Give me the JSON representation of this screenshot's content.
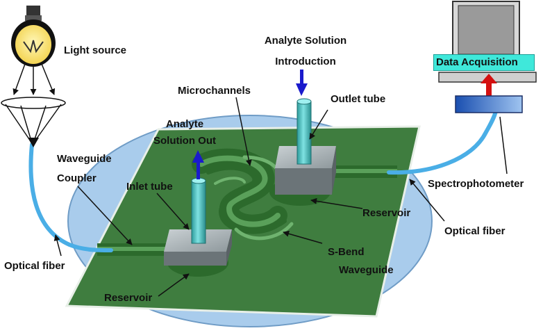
{
  "labels": {
    "light_source": "Light source",
    "analyte_intro_line1": "Analyte Solution",
    "analyte_intro_line2": "Introduction",
    "data_acquisition": "Data Acquisition",
    "microchannels": "Microchannels",
    "outlet_tube": "Outlet tube",
    "analyte_out_line1": "Analyte",
    "analyte_out_line2": "Solution Out",
    "waveguide_coupler_line1": "Waveguide",
    "waveguide_coupler_line2": "Coupler",
    "inlet_tube": "Inlet tube",
    "spectrophotometer": "Spectrophotometer",
    "reservoir_right": "Reservoir",
    "optical_fiber_right": "Optical fiber",
    "sbend_line1": "S-Bend",
    "sbend_line2": "Waveguide",
    "optical_fiber_left": "Optical fiber",
    "reservoir_left": "Reservoir"
  },
  "colors": {
    "wafer_fill": "#a9ccec",
    "chip_fill": "#3f7d3f",
    "channel_fill": "#2c6a2c",
    "fiber": "#4aaee6",
    "tube": "#4fc3c3",
    "reservoir_block": "#8c969a",
    "arrow_in": "#1a1acc",
    "arrow_out": "#d41010",
    "data_acquisition_bg": "#3fe8da"
  }
}
